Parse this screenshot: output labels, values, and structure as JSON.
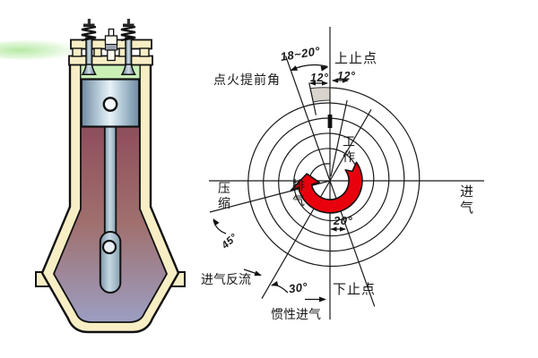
{
  "timing_diagram": {
    "labels": {
      "top_dead_center": "上止点",
      "bottom_dead_center": "下止点",
      "ignition_advance_angle": "点火提前角",
      "advance_range_deg": "18~20°",
      "deg12_left": "12°",
      "deg12_right": "12°",
      "stroke_work": "工作",
      "stroke_exhaust": "排气",
      "stroke_compression": "压缩",
      "stroke_intake": "进气",
      "deg20": "20°",
      "deg45": "45°",
      "deg30": "30°",
      "intake_backflow": "进气反流",
      "inertia_intake": "惯性进气"
    },
    "colors": {
      "rotation_arrow_red": "#e8000d",
      "ignition_wedge_gray": "#d9d5cd",
      "line_color": "#1a1a1a"
    }
  },
  "engine": {
    "colors": {
      "casing_cream": "#f8eec5",
      "chamber_green": "#c9efb5",
      "glow_green": "#a8e595",
      "plug_band_gray": "#9aa2ac"
    }
  }
}
